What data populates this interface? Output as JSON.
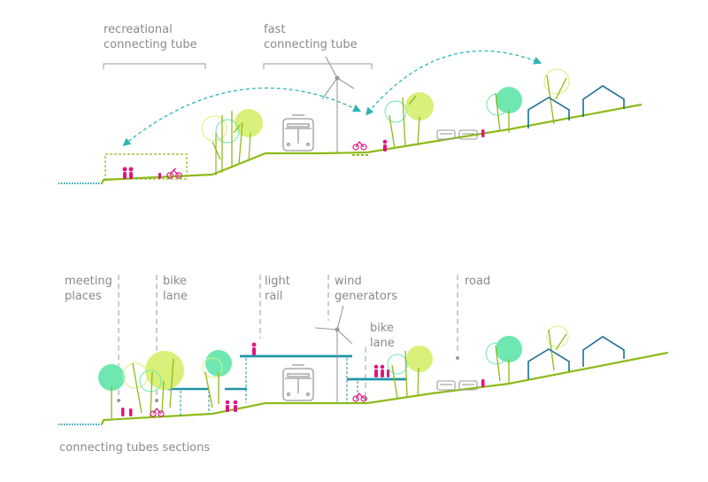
{
  "top": {
    "label_recreational_line1": "recreational",
    "label_recreational_line2": "connecting tube",
    "label_fast_line1": "fast",
    "label_fast_line2": "connecting tube"
  },
  "bottom": {
    "label_meeting_line1": "meeting",
    "label_meeting_line2": "places",
    "label_bike_line1": "bike",
    "label_bike_line2": "lane",
    "label_rail_line1": "light",
    "label_rail_line2": "rail",
    "label_wind_line1": "wind",
    "label_wind_line2": "generators",
    "label_bike2_line1": "bike",
    "label_bike2_line2": "lane",
    "label_road": "road"
  },
  "caption": "connecting tubes sections",
  "colors": {
    "ground": "#8dbb1b",
    "water": "#29a7c4",
    "platform": "#1f95a8",
    "pedestrian": "#e0157f",
    "house": "#1a6f94",
    "arrow": "#2fb3b3",
    "tree_green": "#6ee8b0",
    "tree_yellow": "#d9f07a",
    "grey": "#9a9a9a"
  }
}
